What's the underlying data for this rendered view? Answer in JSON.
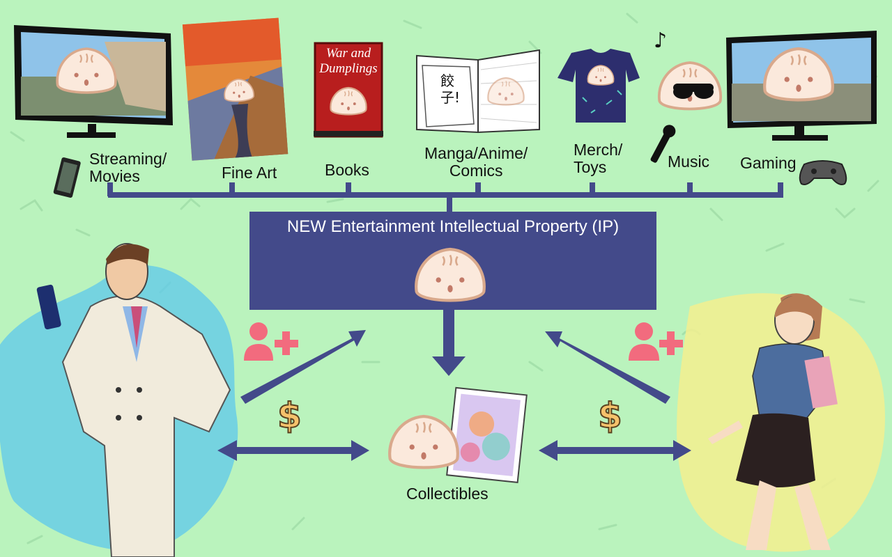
{
  "center": {
    "title": "NEW Entertainment Intellectual Property (IP)"
  },
  "media": [
    {
      "label": "Streaming/\nMovies"
    },
    {
      "label": "Fine Art"
    },
    {
      "label": "Books"
    },
    {
      "label": "Manga/Anime/\nComics"
    },
    {
      "label": "Merch/\nToys"
    },
    {
      "label": "Music"
    },
    {
      "label": "Gaming"
    }
  ],
  "book": {
    "title_line1": "War and",
    "title_line2": "Dumplings"
  },
  "manga": {
    "text": "餃子!"
  },
  "collectibles": {
    "label": "Collectibles"
  },
  "money": {
    "symbol": "$"
  },
  "colors": {
    "background": "#baf3bd",
    "ip_box": "#434a8a",
    "connector": "#434a8a",
    "add_user": "#f26b7e",
    "dollar": "#f5c26b",
    "blue_splash": "#5ec8ec",
    "yellow_splash": "#f3ee8f"
  }
}
